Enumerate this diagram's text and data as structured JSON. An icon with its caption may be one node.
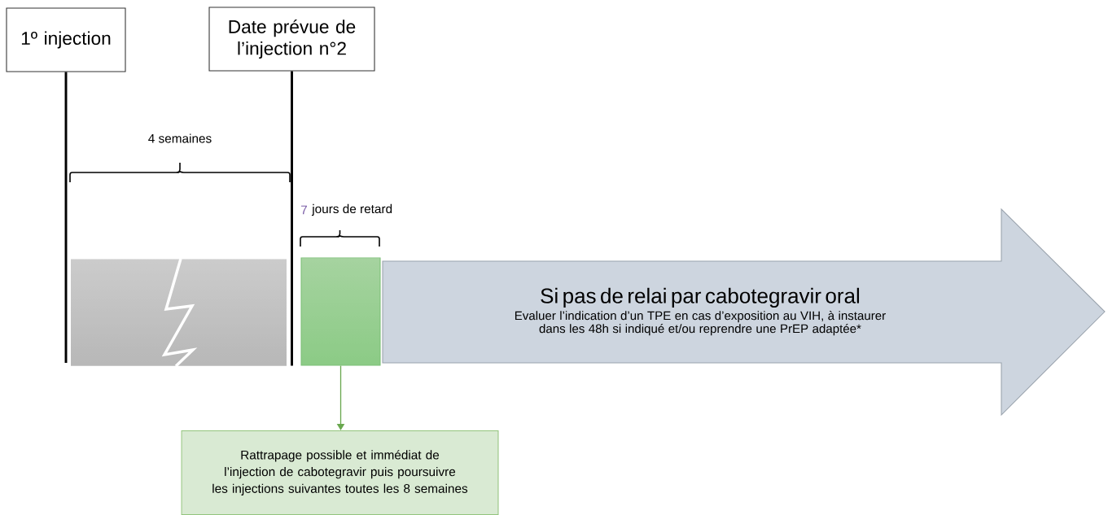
{
  "diagram": {
    "nodes": [
      {
        "text": [
          "1º injection"
        ]
      },
      {
        "text": [
          "Date prévue de l’injection n°2"
        ]
      },
      {
        "text": [],
        "shape": "box"
      },
      {
        "text": [],
        "shape": "box"
      },
      {
        "text": [
          "Si pas de relai par cabotegravir oral",
          "Evaluer l’indication d’un TPE en cas d’exposition au VIH, à instaurer dans les 48h si indiqué et/ou reprendre une PrEP adaptée*"
        ]
      },
      {
        "text": [
          "Rattrapage possible et immédiat de l’injection de cabotegravir puis poursuivre les injections suivantes toutes les 8 semaines"
        ]
      }
    ],
    "edges": [
      {
        "from": 0,
        "to": null,
        "arrow": "none"
      },
      {
        "from": 1,
        "to": 3,
        "arrow": "none"
      },
      {
        "from": 3,
        "to": 5,
        "arrow": "to",
        "color": "#6aa84f"
      }
    ],
    "labels": [
      "4 semaines",
      "7",
      "jours de retard"
    ]
  }
}
